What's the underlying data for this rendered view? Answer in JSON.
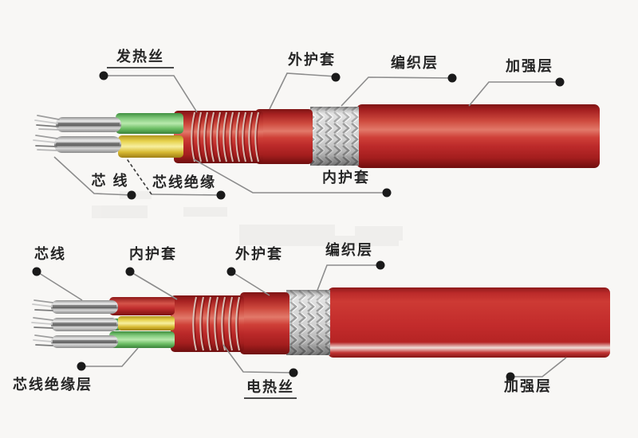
{
  "top_cable": {
    "labels": {
      "heating_wire": "发热丝",
      "outer_sheath": "外护套",
      "braid_layer": "编织层",
      "reinforced_layer": "加强层",
      "core_wire": "芯 线",
      "core_insulation": "芯线绝缘",
      "inner_sheath": "内护套"
    }
  },
  "bottom_cable": {
    "labels": {
      "core_wire": "芯线",
      "inner_sheath": "内护套",
      "outer_sheath": "外护套",
      "braid_layer": "编织层",
      "core_insulation_layer": "芯线绝缘层",
      "heating_wire": "电热丝",
      "reinforced_layer": "加强层"
    }
  },
  "colors": {
    "sheath_red": "#c5262a",
    "core_green": "#7ec87a",
    "core_yellow": "#e8d44f",
    "core_red": "#c5262a",
    "braid_silver": "#d9d9d9",
    "wire_silver": "#c9c9c9",
    "label_text": "#262626",
    "connector_line": "#8c8c8c",
    "marker_dot": "#1a1a1a",
    "background": "#f8f7f5"
  }
}
